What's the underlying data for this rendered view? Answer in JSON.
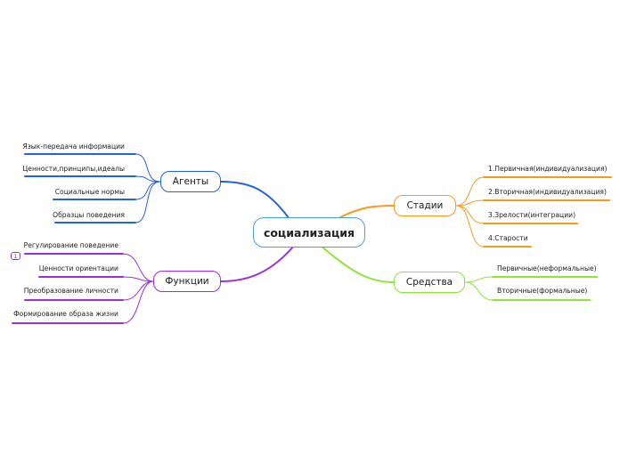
{
  "central": {
    "label": "социализация",
    "color": "#4f9fd4"
  },
  "branches": [
    {
      "label": "Агенты",
      "color": "#2463d9",
      "items": [
        "Язык-передача информации",
        "Ценности,принципы,идеалы",
        "Социальные нормы",
        "Образцы поведения"
      ]
    },
    {
      "label": "Функции",
      "color": "#9b30d9",
      "badge": "1",
      "items": [
        "Регулирование поведение",
        "Ценности ориентации",
        "Преобразование личности",
        "Формирование образа жизни"
      ]
    },
    {
      "label": "Стадии",
      "color": "#f39c1e",
      "items": [
        "1.Первичная(индивидуализация)",
        "2.Вторичная(индивидуализация)",
        "3.Зрелости(интеграции)",
        "4.Старости"
      ]
    },
    {
      "label": "Средства",
      "color": "#8fe33a",
      "items": [
        "Первичные(неформальные)",
        "Вторичные(формальные)"
      ]
    }
  ]
}
